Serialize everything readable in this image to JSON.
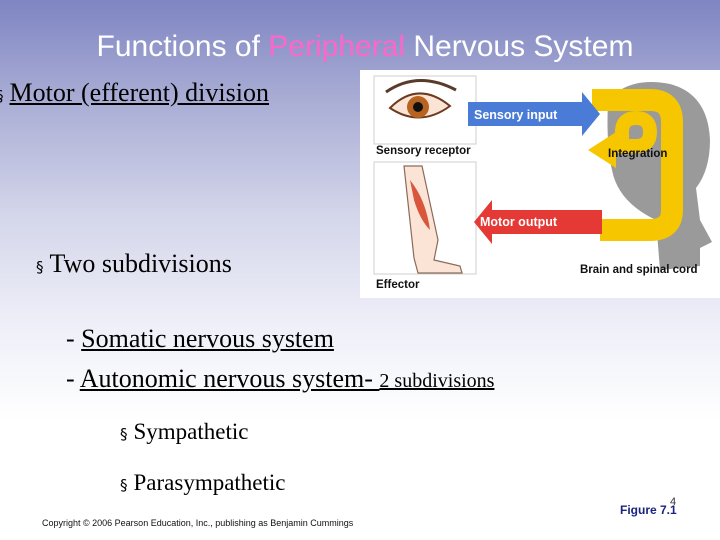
{
  "slide": {
    "title_pre": "Functions of ",
    "title_highlight": "Peripheral",
    "title_post": " Nervous System",
    "motor_division": "Motor (efferent) division",
    "two_subdivisions": "Two subdivisions",
    "somatic_dash": "- ",
    "somatic": "Somatic nervous system",
    "autonomic_dash": "- ",
    "autonomic": "Autonomic nervous system- ",
    "autonomic_note": "2 subdivisions",
    "sympathetic": "Sympathetic",
    "parasympathetic": "Parasympathetic",
    "copyright": "Copyright © 2006 Pearson Education, Inc., publishing as Benjamin Cummings",
    "figure_label": "Figure 7.1",
    "page_number": "4"
  },
  "figure": {
    "sensory_input": "Sensory input",
    "sensory_receptor": "Sensory receptor",
    "integration": "Integration",
    "motor_output": "Motor output",
    "brain_spinal_cord": "Brain and spinal cord",
    "effector": "Effector"
  },
  "colors": {
    "title_highlight": "#ff66cc",
    "sensory_arrow": "#4a7bd6",
    "motor_arrow": "#e53935",
    "integration_arrow": "#f6c600"
  }
}
